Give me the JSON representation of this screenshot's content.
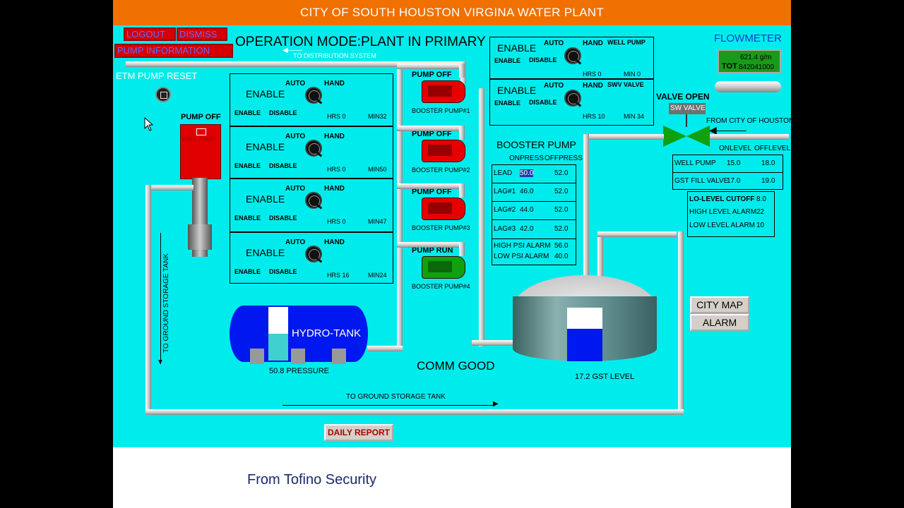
{
  "title": "CITY OF SOUTH HOUSTON VIRGINA WATER PLANT",
  "top_buttons": {
    "logout": "LOGOUT",
    "dismiss": "DISMISS",
    "pump_info": "PUMP INFORMATION"
  },
  "operation_mode": "OPERATION MODE:PLANT IN PRIMARY",
  "to_distribution": "TO DISTRIBUTION SYSTEM",
  "etm_reset": "ETM PUMP RESET",
  "well_pump": {
    "status": "PUMP OFF",
    "label": "WELL PUMP"
  },
  "pump_panels": [
    {
      "enable": "ENABLE",
      "auto": "AUTO",
      "hand": "HAND",
      "en_small": "ENABLE",
      "dis_small": "DISABLE",
      "hrs": "HRS 0",
      "min": "MIN32"
    },
    {
      "enable": "ENABLE",
      "auto": "AUTO",
      "hand": "HAND",
      "en_small": "ENABLE",
      "dis_small": "DISABLE",
      "hrs": "HRS 0",
      "min": "MIN50"
    },
    {
      "enable": "ENABLE",
      "auto": "AUTO",
      "hand": "HAND",
      "en_small": "ENABLE",
      "dis_small": "DISABLE",
      "hrs": "HRS 0",
      "min": "MIN47"
    },
    {
      "enable": "ENABLE",
      "auto": "AUTO",
      "hand": "HAND",
      "en_small": "ENABLE",
      "dis_small": "DISABLE",
      "hrs": "HRS 16",
      "min": "MIN24"
    }
  ],
  "booster_pumps": [
    {
      "status": "PUMP OFF",
      "label": "BOOSTER PUMP#1",
      "color": "#E80000"
    },
    {
      "status": "PUMP OFF",
      "label": "BOOSTER PUMP#2",
      "color": "#E80000"
    },
    {
      "status": "PUMP OFF",
      "label": "BOOSTER PUMP#3",
      "color": "#E80000"
    },
    {
      "status": "PUMP RUN",
      "label": "BOOSTER PUMP#4",
      "color": "#10A010"
    }
  ],
  "right_panels": [
    {
      "enable": "ENABLE",
      "auto": "AUTO",
      "hand": "HAND",
      "tag": "WELL PUMP",
      "en_small": "ENABLE",
      "dis_small": "DISABLE",
      "hrs": "HRS 0",
      "min": "MIN 0"
    },
    {
      "enable": "ENABLE",
      "auto": "AUTO",
      "hand": "HAND",
      "tag": "SWV VALVE",
      "en_small": "ENABLE",
      "dis_small": "DISABLE",
      "hrs": "HRS 10",
      "min": "MIN 34"
    }
  ],
  "booster_table": {
    "title": "BOOSTER PUMP",
    "col_on": "ONPRESS",
    "col_off": "OFFPRESS",
    "rows": [
      {
        "name": "LEAD",
        "on": "50.0",
        "off": "52.0"
      },
      {
        "name": "LAG#1",
        "on": "46.0",
        "off": "52.0"
      },
      {
        "name": "LAG#2",
        "on": "44.0",
        "off": "52.0"
      },
      {
        "name": "LAG#3",
        "on": "42.0",
        "off": "52.0"
      }
    ],
    "high_alarm": {
      "label": "HIGH PSI ALARM",
      "value": "56.0"
    },
    "low_alarm": {
      "label": "LOW PSI ALARM",
      "value": "40.0"
    }
  },
  "flowmeter": {
    "title": "FLOWMETER",
    "rate": "621.4 g/m",
    "tot_label": "TOT",
    "tot": "842041000"
  },
  "valve": {
    "status": "VALVE OPEN",
    "tag": "SW VALVE",
    "from_city": "FROM CITY OF HOUSTON"
  },
  "level_table": {
    "col_on": "ONLEVEL",
    "col_off": "OFFLEVEL",
    "rows": [
      {
        "name": "WELL PUMP",
        "on": "15.0",
        "off": "18.0"
      },
      {
        "name": "GST FILL VALVE",
        "on": "17.0",
        "off": "19.0"
      }
    ]
  },
  "alarm_table": {
    "rows": [
      {
        "name": "LO-LEVEL CUTOFF",
        "value": "8.0"
      },
      {
        "name": "HIGH LEVEL ALARM",
        "value": "22"
      },
      {
        "name": "LOW LEVEL ALARM",
        "value": "10"
      }
    ]
  },
  "hydro_tank": {
    "label": "HYDRO-TANK",
    "pressure": "50.8 PRESSURE",
    "fill_fraction": 0.5
  },
  "gst": {
    "level": "17.2  GST LEVEL",
    "fill_fraction": 0.6
  },
  "comm": "COMM GOOD",
  "to_gst_vertical": "TO GROUND STORAGE TANK",
  "to_gst_bottom": "TO GROUND STORAGE TANK",
  "buttons": {
    "city_map": "CITY MAP",
    "alarm": "ALARM",
    "daily_report": "DAILY REPORT"
  },
  "footer": "From Tofino Security"
}
